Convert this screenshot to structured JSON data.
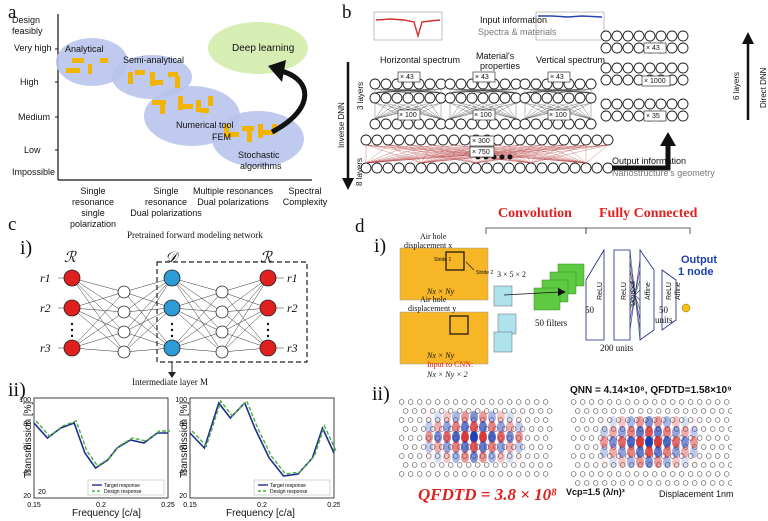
{
  "panel_a": {
    "letter": "a",
    "y_title": "Design feasibly",
    "y_levels": [
      "Very high",
      "High",
      "Medium",
      "Low",
      "Impossible"
    ],
    "x_levels": [
      [
        "Single",
        "resonance",
        "single",
        "polarization"
      ],
      [
        "Single",
        "resonance",
        "Dual polarizations"
      ],
      [
        "Multiple resonances",
        "Dual polarizations"
      ]
    ],
    "x_title": [
      "Spectral",
      "Complexity"
    ],
    "methods": {
      "analytical": "Analytical",
      "semi": "Semi-analytical",
      "numerical": "Numerical tool",
      "fem": "FEM",
      "stochastic": [
        "Stochastic",
        "algorithms"
      ],
      "deep": "Deep learning"
    },
    "colors": {
      "blob": "#b9c4ec",
      "deep": "#d6edb4",
      "shape": "#f3b400"
    }
  },
  "panel_b": {
    "letter": "b",
    "input_info": "Input information",
    "input_sub": "Spectra & materials",
    "horizontal": "Horizontal spectrum",
    "material": [
      "Material's",
      "properties"
    ],
    "vertical": "Vertical spectrum",
    "three_layers": "3 layers",
    "inverse": "Inverse DNN",
    "eight_layers": "8 layers",
    "direct": "Direct DNN",
    "six_layers": "6 layers",
    "output_info": "Output information",
    "output_sub": "Nanostructure's geometry",
    "mult_43": "× 43",
    "mult_100": "× 100",
    "mult_300": "× 300",
    "mult_750": "× 750",
    "mult_1000": "× 1000",
    "mult_35": "× 35"
  },
  "panel_c": {
    "letter": "c",
    "sub_i": "i)",
    "sub_ii": "ii)",
    "pretrained": "Pretrained forward modeling network",
    "R": "ℛ",
    "D": "𝒟",
    "r_labels": [
      "r1",
      "r2",
      "r3"
    ],
    "intermediate": "Intermediate layer M",
    "ylabel": "Transmission [%]",
    "xlabel": "Frequency [c/a]",
    "legend_target": "Target response",
    "legend_design": "Design response",
    "y_ticks": [
      "100",
      "80",
      "60",
      "40",
      "20"
    ],
    "x_ticks": [
      "0.15",
      "0.2",
      "0.25"
    ],
    "corner_value": "20",
    "colors": {
      "red": "#e0201f",
      "blue": "#2d9bd6",
      "target": "#1f2f8f",
      "design": "#4caf3f"
    }
  },
  "panel_d": {
    "letter": "d",
    "sub_i": "i)",
    "sub_ii": "ii)",
    "convolution": "Convolution",
    "fully_connected": "Fully Connected",
    "air_x": [
      "Air hole",
      "displacement x"
    ],
    "air_y": [
      "Air hole",
      "displacement y"
    ],
    "stride1": "Stride 1",
    "stride2": "Stride 2",
    "nxny": "Nx × Ny",
    "kernel": "3 × 5 × 2",
    "filters": "50 filters",
    "n50": "50",
    "units200": "200 units",
    "units50": [
      "50",
      "units"
    ],
    "relu": "ReLU",
    "affine": "Affine",
    "dropout": "Dropout",
    "output": [
      "Output",
      "1 node"
    ],
    "input_cnn": "Input to CNN:",
    "input_dims": "Nx × Ny × 2",
    "q_fdtd": "QFDTD = 3.8 × 10⁸",
    "q_nn": "QNN = 4.14×10⁸, QFDTD=1.58×10⁹",
    "vcp": "Vcp=1.5 (λ/n)³",
    "disp": "Displacement 1nm",
    "colors": {
      "red": "#e0201f",
      "orange": "#f6b625",
      "cyan": "#aee3ee",
      "green": "#5ec943",
      "navy": "#1a237e"
    }
  }
}
